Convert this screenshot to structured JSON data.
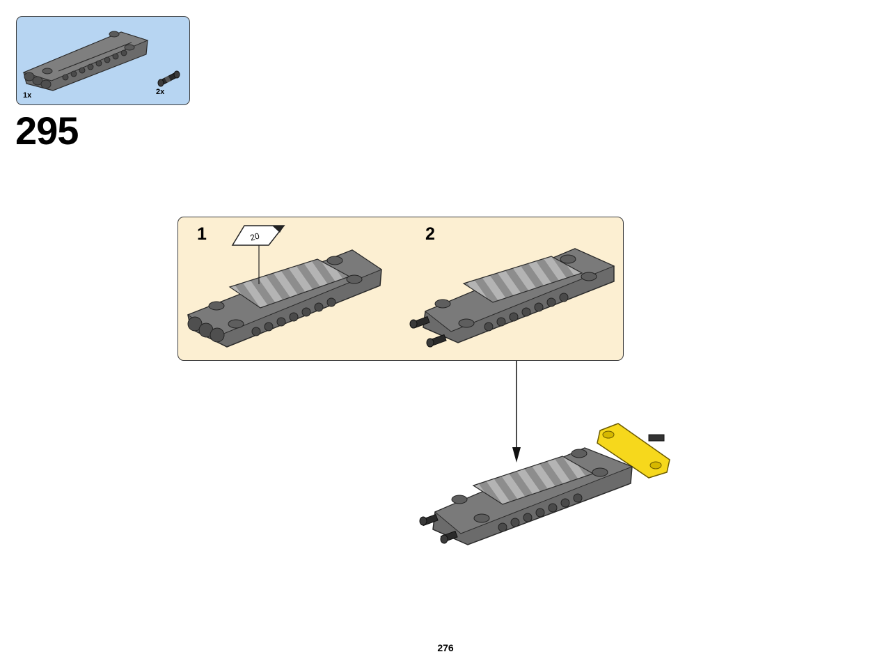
{
  "step": {
    "number": "295"
  },
  "parts_list": {
    "items": [
      {
        "part": "flat-panel-icon",
        "quantity": "1x"
      },
      {
        "part": "axle-pin-icon",
        "quantity": "2x"
      }
    ]
  },
  "sub_steps": [
    {
      "label": "1",
      "sticker": "20"
    },
    {
      "label": "2"
    }
  ],
  "page": {
    "number": "276"
  },
  "colors": {
    "parts_bg": "#b7d5f2",
    "substep_bg": "#fcefd2",
    "brick_grey": "#6b6b6b",
    "brick_yellow": "#f6d81c"
  }
}
